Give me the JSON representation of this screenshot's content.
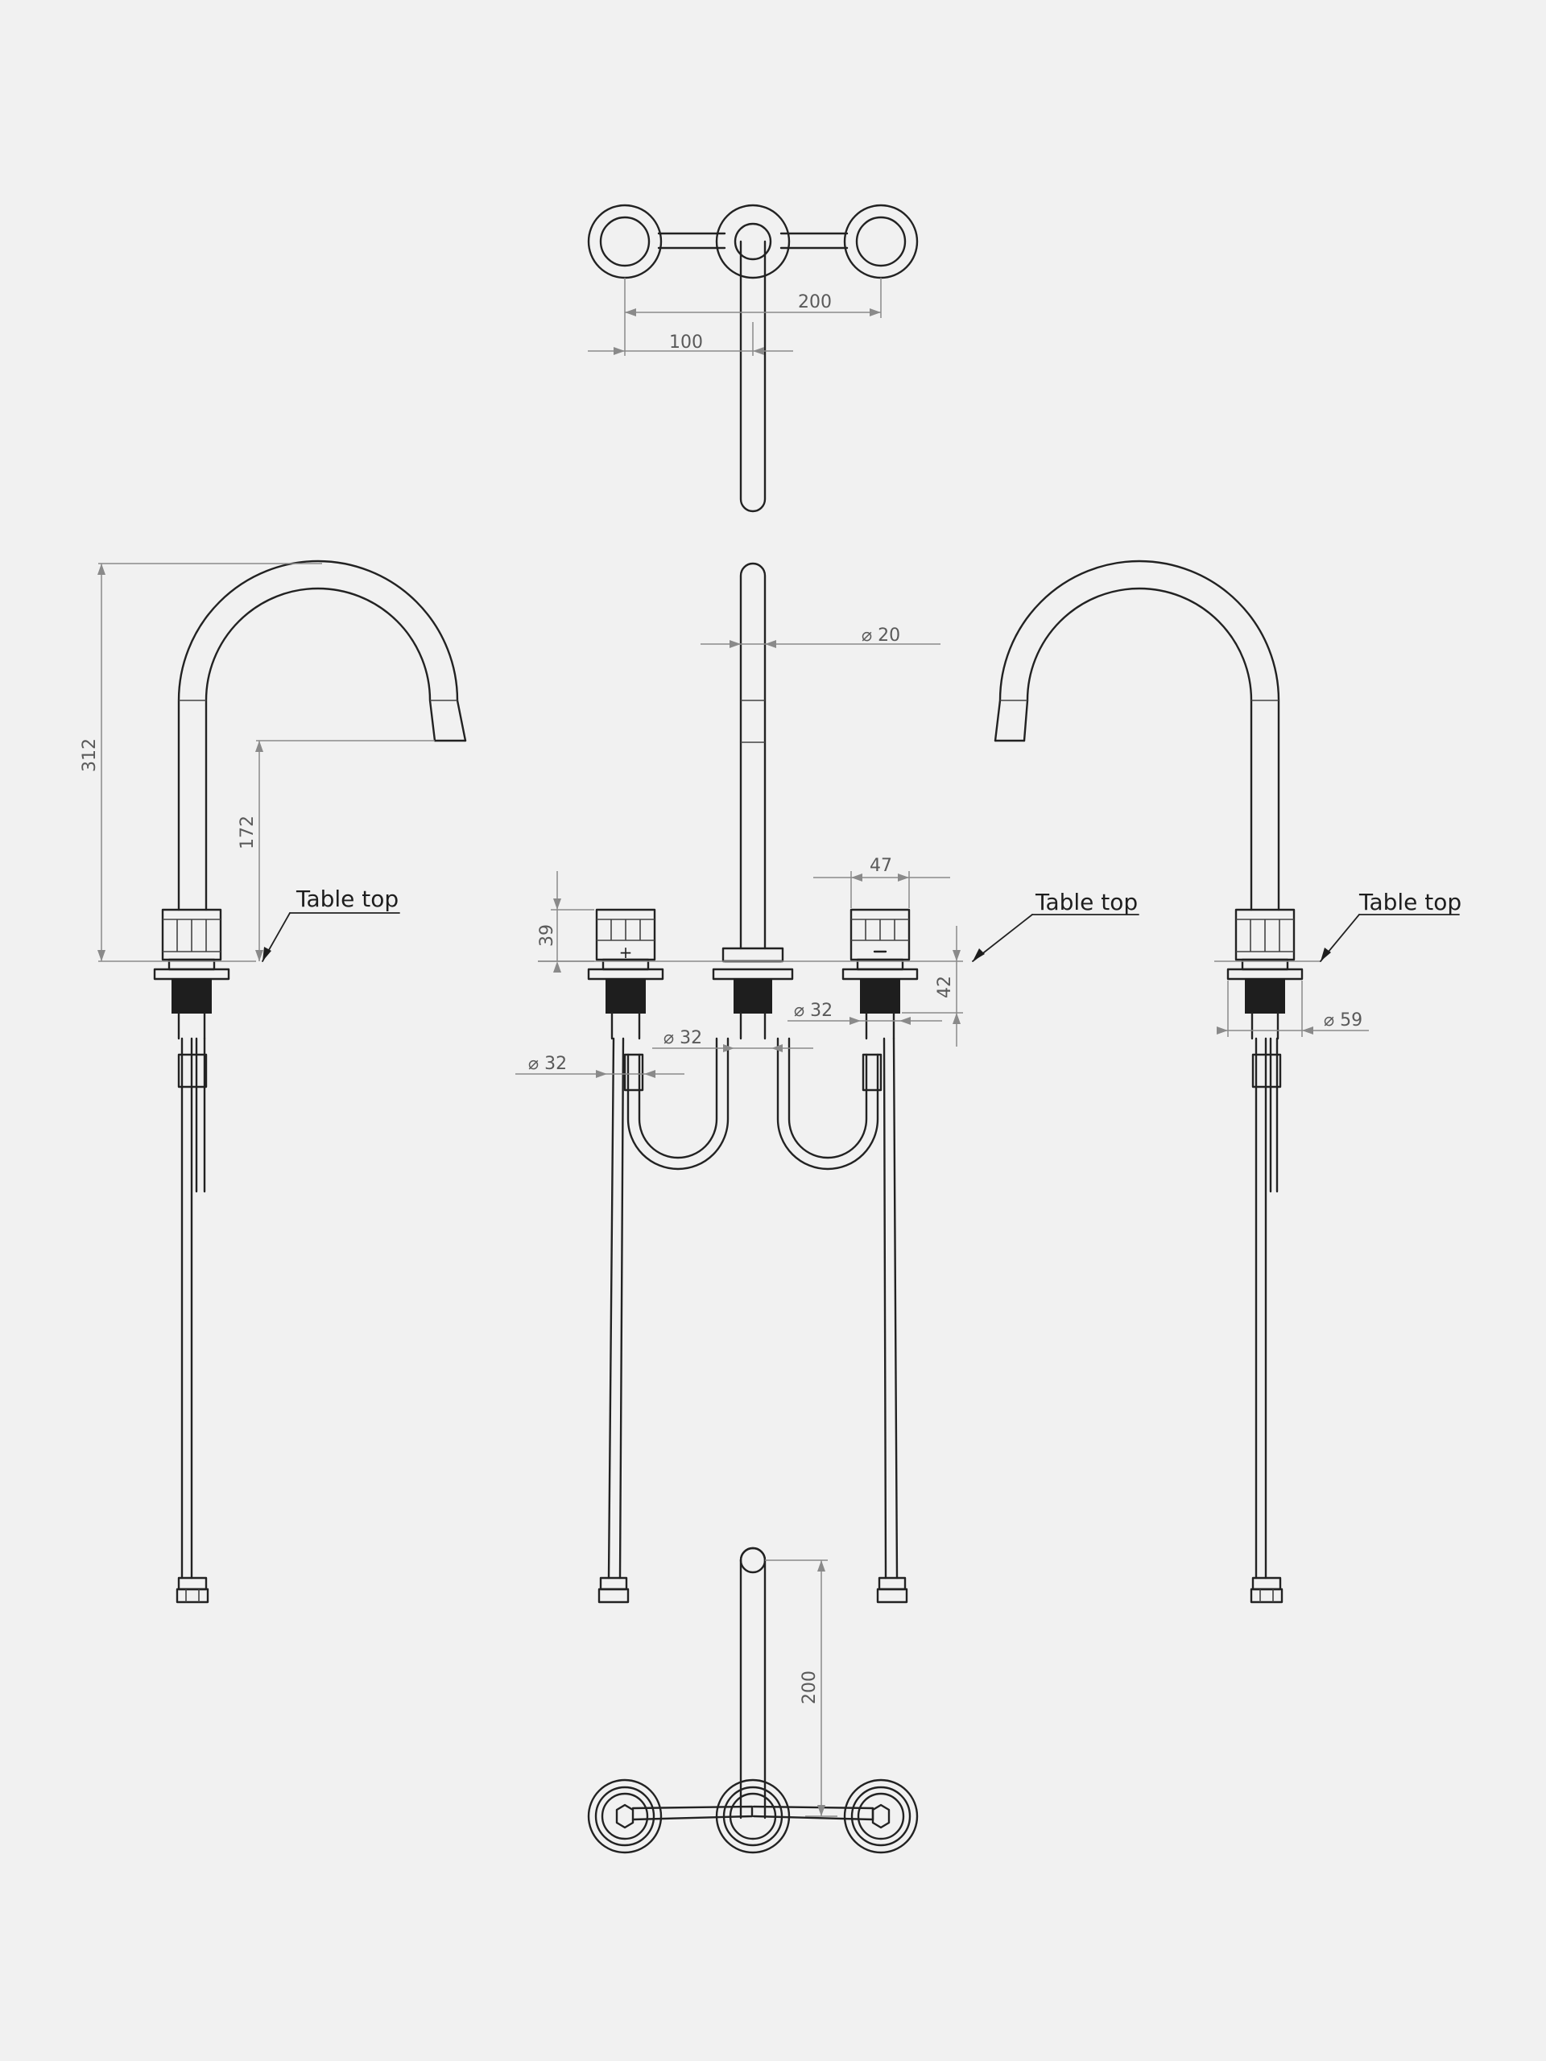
{
  "labels": {
    "table_top_left": "Table top",
    "table_top_center": "Table top",
    "table_top_right": "Table top"
  },
  "dimensions": {
    "top_spacing_200": "200",
    "top_spacing_100": "100",
    "spout_diameter": "⌀ 20",
    "overall_height": "312",
    "spout_outlet_height": "172",
    "handle_width": "47",
    "handle_height": "39",
    "body_height": "42",
    "shank_left": "⌀ 32",
    "shank_center": "⌀ 32",
    "shank_right": "⌀ 32",
    "flange_diameter": "⌀ 59",
    "projection": "200"
  }
}
